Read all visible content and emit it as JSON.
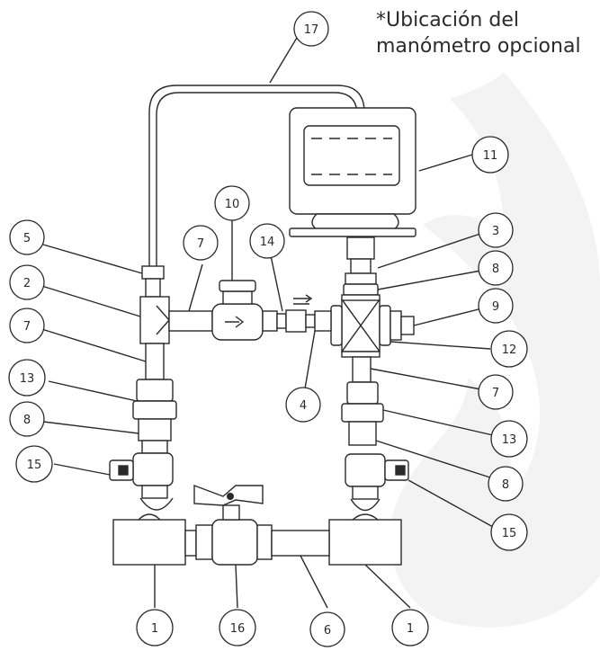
{
  "note": {
    "line1": "*Ubicación del",
    "line2": "manómetro opcional"
  },
  "callouts": [
    "1",
    "1",
    "2",
    "3",
    "4",
    "5",
    "6",
    "7",
    "7",
    "7",
    "8",
    "8",
    "8",
    "9",
    "10",
    "11",
    "12",
    "13",
    "13",
    "14",
    "15",
    "15",
    "16",
    "17"
  ],
  "colors": {
    "line": "#2a2a2a",
    "background": "#ffffff",
    "watermark": "#f3f3f3"
  }
}
